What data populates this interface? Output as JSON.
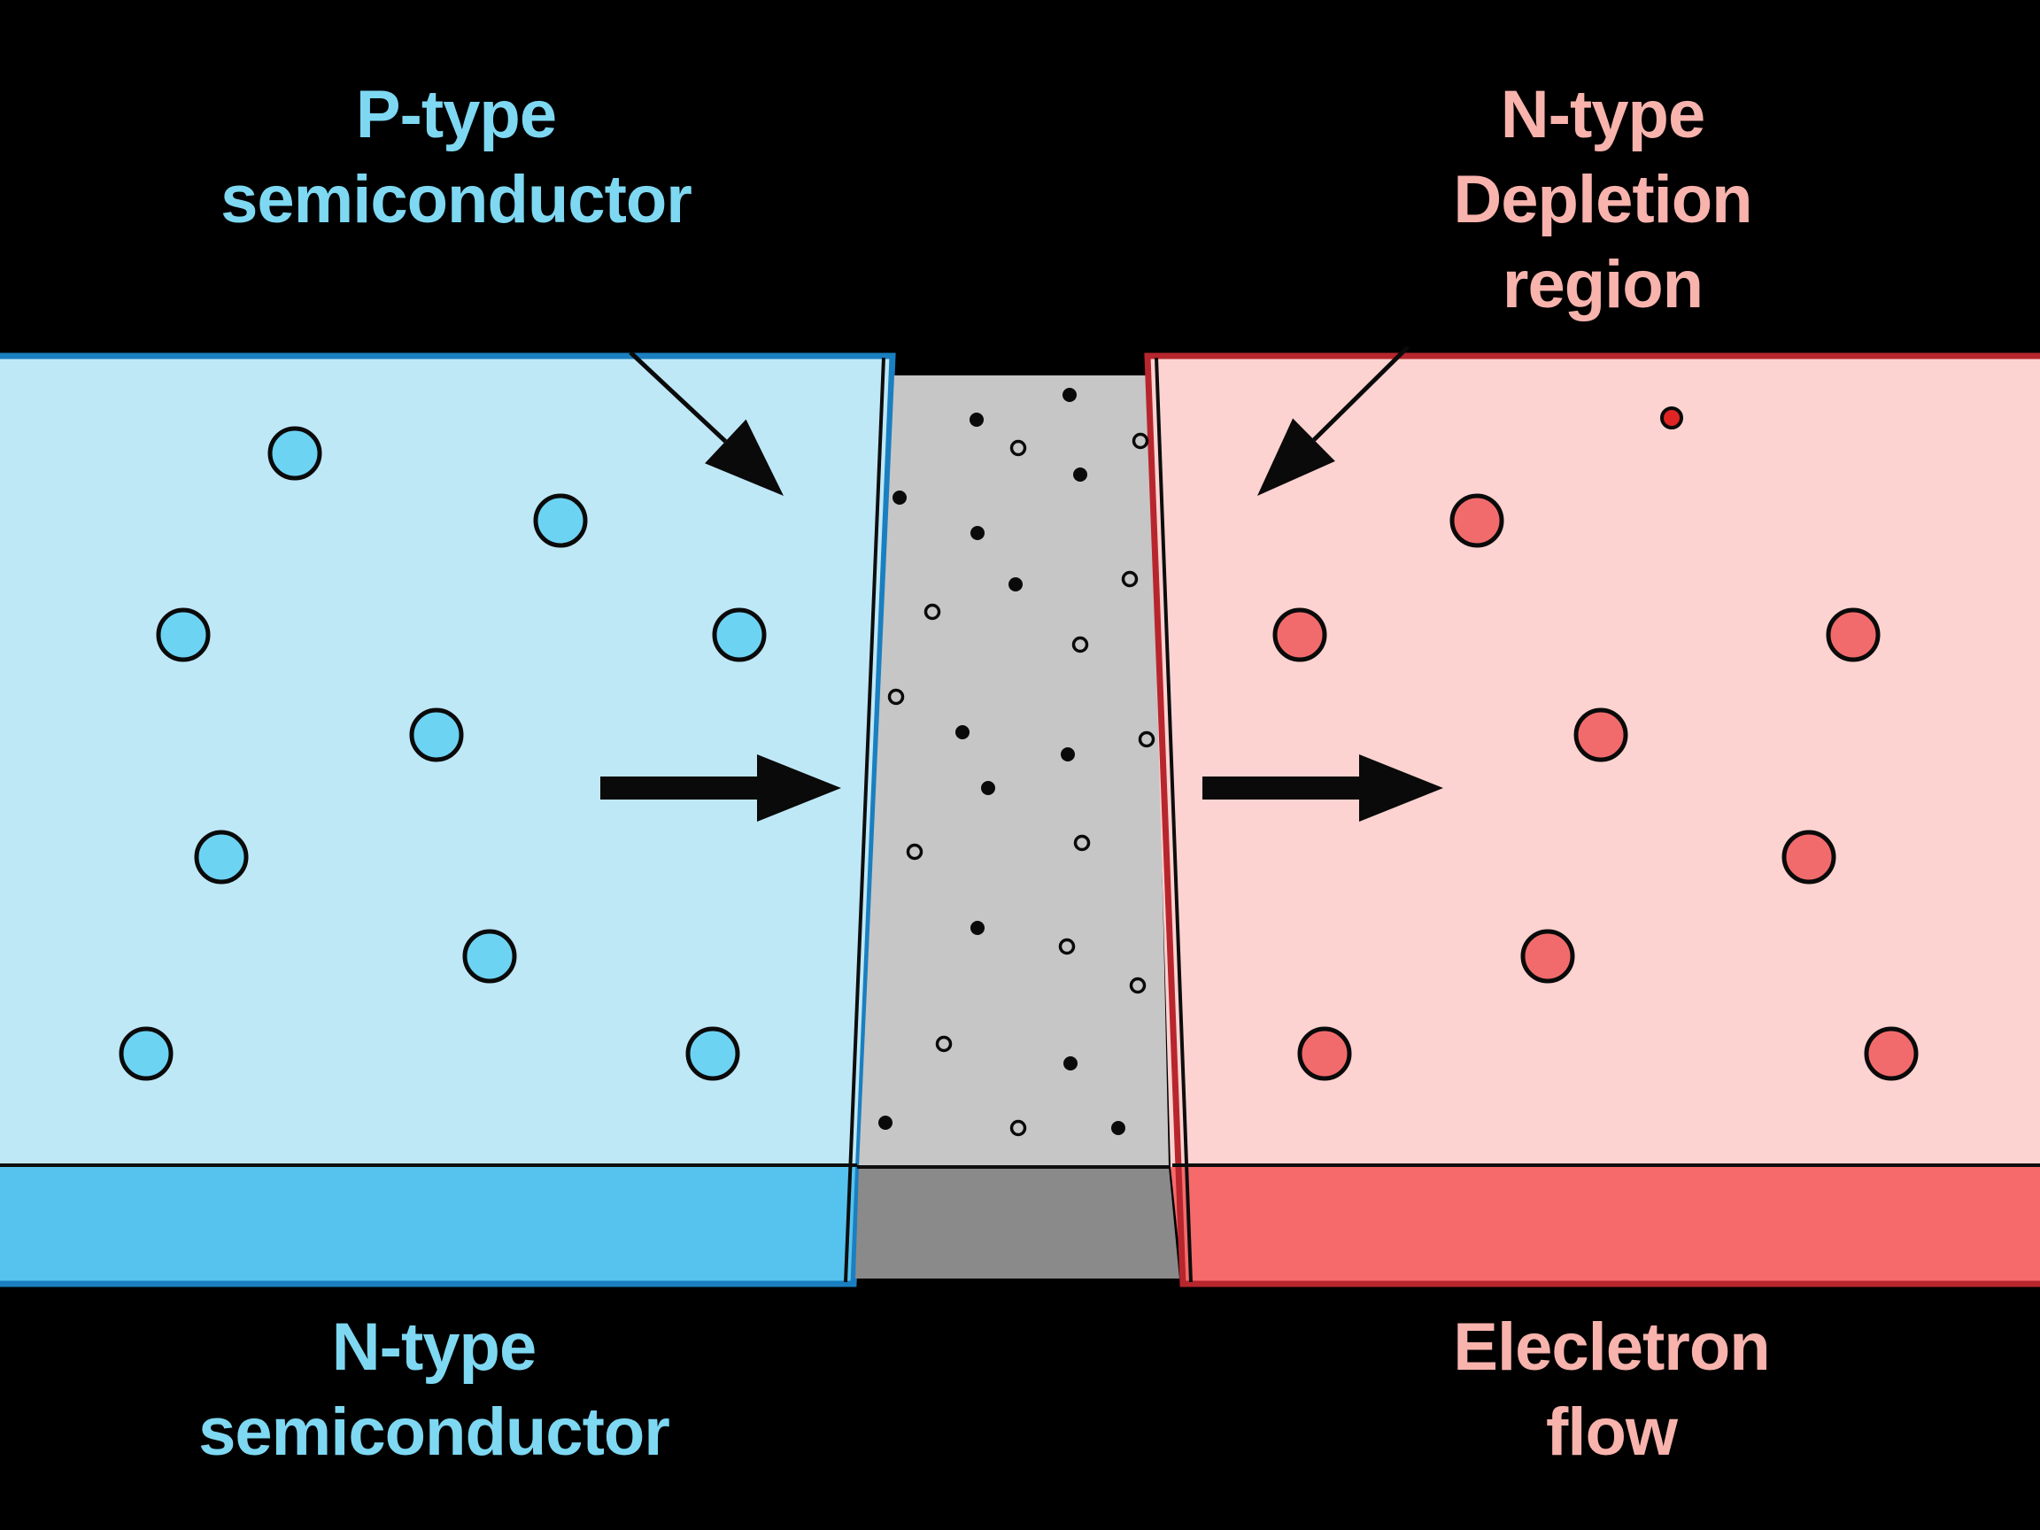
{
  "colors": {
    "background": "#000000",
    "p_fill": "#bfe8f7",
    "p_outline": "#1a7fc0",
    "p_base": "#56c3ee",
    "p_dot": "#6dd3f3",
    "p_label": "#7ed8f2",
    "n_fill": "#fcd3d1",
    "n_outline": "#b8262d",
    "n_base": "#f66a6b",
    "n_dot": "#f26b6c",
    "n_label": "#f8b3ad",
    "depletion_fill": "#c6c6c6",
    "depletion_base": "#8a8a8a",
    "ink": "#0a0a0a"
  },
  "labels": {
    "top_left": [
      "P-type",
      "semiconductor"
    ],
    "top_right": [
      "N-type",
      "Depletion",
      "region"
    ],
    "bottom_left": [
      "N-type",
      "semiconductor"
    ],
    "bottom_right": [
      "Elecletron",
      "flow"
    ]
  }
}
